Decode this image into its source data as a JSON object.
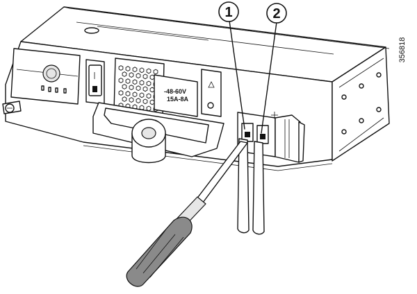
{
  "callouts": [
    {
      "number": "1"
    },
    {
      "number": "2"
    }
  ],
  "figure_id": "356818",
  "panel_label": {
    "line1": "-48-60V",
    "line2": "15A-8A"
  }
}
